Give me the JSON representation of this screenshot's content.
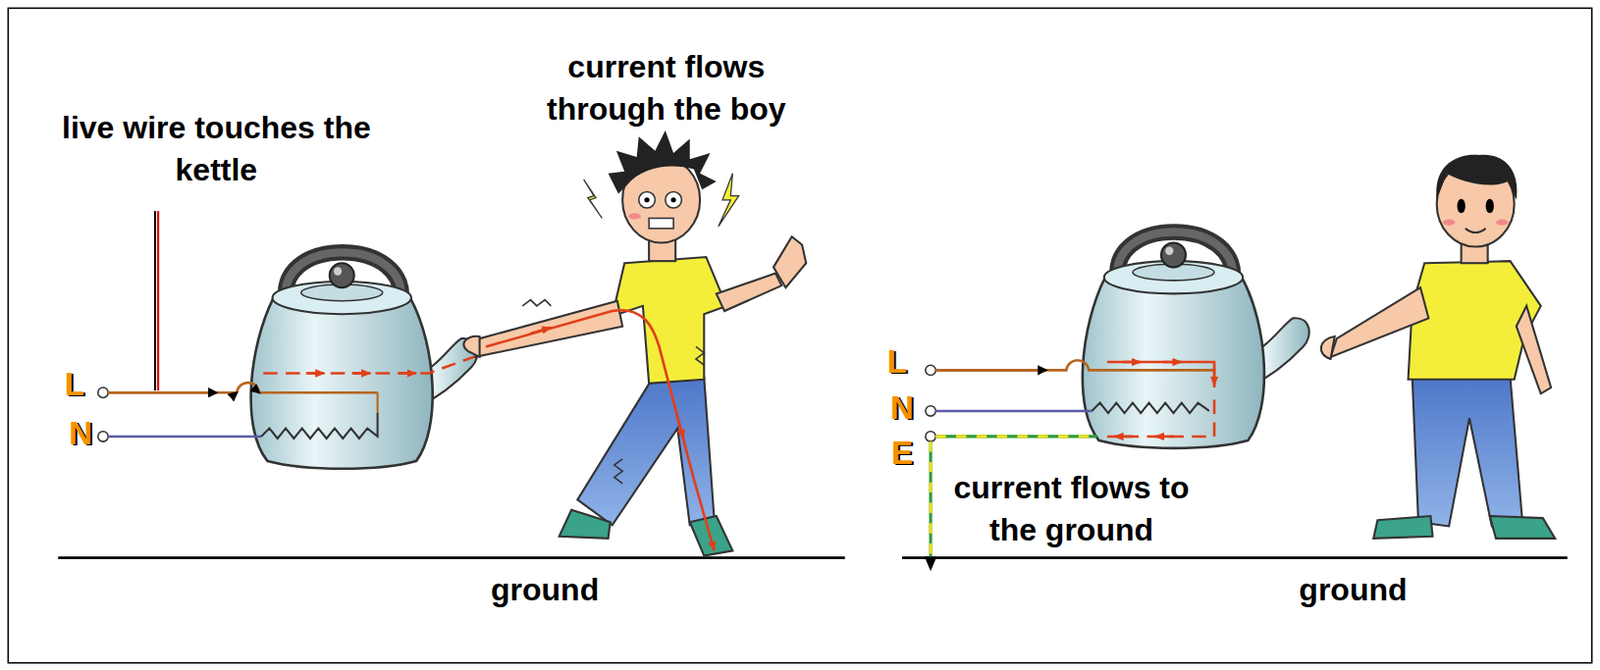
{
  "diagram": {
    "labels": [
      "live wire touches the kettle",
      "current flows through the boy",
      "L",
      "N",
      "ground",
      "L",
      "N",
      "E",
      "current flows to the ground",
      "ground"
    ]
  }
}
